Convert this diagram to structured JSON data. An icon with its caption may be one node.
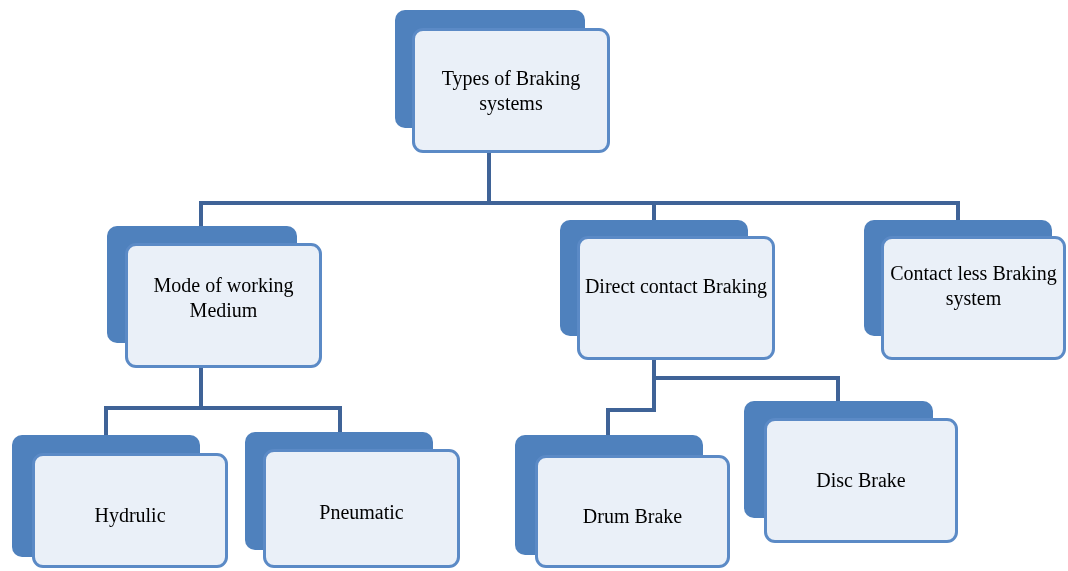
{
  "diagram": {
    "nodes": [
      {
        "text": [
          "Types of Braking systems"
        ]
      },
      {
        "text": [
          "Mode of working Medium"
        ]
      },
      {
        "text": [
          "Direct contact Braking"
        ]
      },
      {
        "text": [
          "Contact less Braking system"
        ]
      },
      {
        "text": [
          "Hydrulic"
        ]
      },
      {
        "text": [
          "Pneumatic"
        ]
      },
      {
        "text": [
          "Drum Brake"
        ]
      },
      {
        "text": [
          "Disc Brake"
        ]
      }
    ],
    "edges": [
      {
        "from": 0,
        "to": 1,
        "arrow": "none"
      },
      {
        "from": 0,
        "to": 2,
        "arrow": "none"
      },
      {
        "from": 0,
        "to": 3,
        "arrow": "none"
      },
      {
        "from": 1,
        "to": 4,
        "arrow": "none"
      },
      {
        "from": 1,
        "to": 5,
        "arrow": "none"
      },
      {
        "from": 2,
        "to": 6,
        "arrow": "none"
      },
      {
        "from": 2,
        "to": 7,
        "arrow": "none"
      }
    ]
  }
}
